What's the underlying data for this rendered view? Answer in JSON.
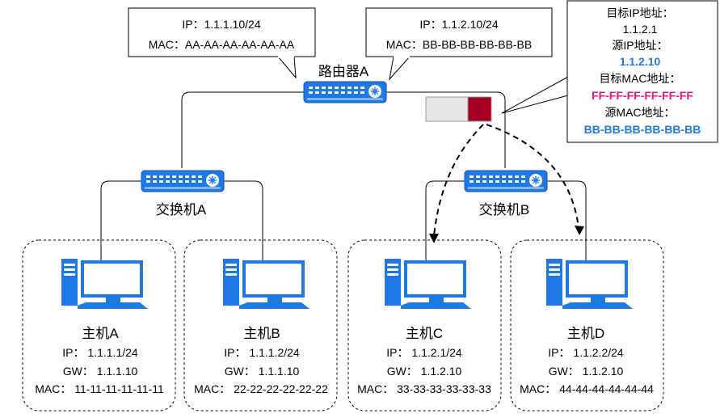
{
  "router": {
    "name": "路由器A",
    "iface_left": {
      "ip": "IP：1.1.1.10/24",
      "mac": "MAC：AA-AA-AA-AA-AA-AA"
    },
    "iface_right": {
      "ip": "IP：1.1.2.10/24",
      "mac": "MAC：BB-BB-BB-BB-BB-BB"
    }
  },
  "arp_frame": {
    "dst_ip_label": "目标IP地址：",
    "dst_ip": "1.1.2.1",
    "src_ip_label": "源IP地址：",
    "src_ip": "1.1.2.10",
    "dst_mac_label": "目标MAC地址：",
    "dst_mac": "FF-FF-FF-FF-FF-FF",
    "src_mac_label": "源MAC地址：",
    "src_mac": "BB-BB-BB-BB-BB-BB",
    "colors": {
      "header": "#a50021",
      "body": "#e6e6e6",
      "src_ip": "#1e7be6",
      "dst_mac": "#e6197d"
    }
  },
  "switches": [
    {
      "name": "交换机A"
    },
    {
      "name": "交换机B"
    }
  ],
  "hosts": [
    {
      "name": "主机A",
      "ip": "IP：  1.1.1.1/24",
      "gw": "GW：  1.1.1.10",
      "mac": "MAC：  11-11-11-11-11-11"
    },
    {
      "name": "主机B",
      "ip": "IP：  1.1.1.2/24",
      "gw": "GW：  1.1.1.10",
      "mac": "MAC：  22-22-22-22-22-22"
    },
    {
      "name": "主机C",
      "ip": "IP：  1.1.2.1/24",
      "gw": "GW：  1.1.2.10",
      "mac": "MAC：  33-33-33-33-33-33"
    },
    {
      "name": "主机D",
      "ip": "IP：  1.1.2.2/24",
      "gw": "GW：  1.1.2.10",
      "mac": "MAC：  44-44-44-44-44-44"
    }
  ],
  "device_color": "#1e78e6"
}
